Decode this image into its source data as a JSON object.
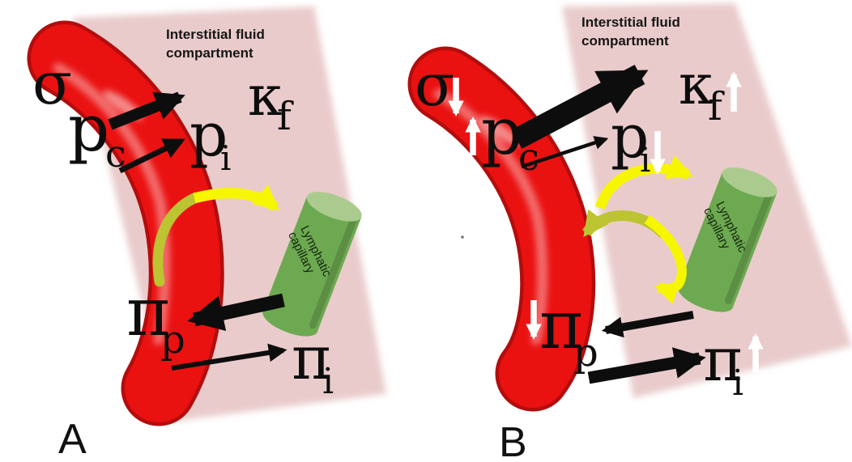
{
  "colors": {
    "background": "#ffffff",
    "capillary_red": "#ea1111",
    "capillary_shadow": "#b30d0d",
    "interstitium_pink": "#eed4d4",
    "lymphatic_green": "#6da951",
    "lymphatic_cap_green": "#abcb8e",
    "flow_yellow": "#f6f600",
    "flow_olive": "#bcc431",
    "arrow_black": "#0d0d0d",
    "change_white": "#ffffff"
  },
  "panel_a": {
    "panel_label": "A",
    "compartment_label": {
      "line1": "Interstitial fluid",
      "line2": "compartment"
    },
    "lymphatic_label": {
      "line1": "Lymphatic",
      "line2": "capillary"
    },
    "symbols": {
      "sigma": "σ",
      "capillary_pressure": {
        "main": "p",
        "sub": "c"
      },
      "interstitial_pressure": {
        "main": "p",
        "sub": "i"
      },
      "filtration_coefficient": {
        "main": "κ",
        "sub": "f"
      },
      "plasma_oncotic": {
        "main": "π",
        "sub": "p"
      },
      "interstitial_oncotic": {
        "main": "π",
        "sub": "i"
      }
    }
  },
  "panel_b": {
    "panel_label": "B",
    "compartment_label": {
      "line1": "Interstitial fluid",
      "line2": "compartment"
    },
    "lymphatic_label": {
      "line1": "Lymphatic",
      "line2": "capillary"
    },
    "symbols": {
      "sigma": "σ",
      "capillary_pressure": {
        "main": "p",
        "sub": "c"
      },
      "interstitial_pressure": {
        "main": "p",
        "sub": "i"
      },
      "filtration_coefficient": {
        "main": "κ",
        "sub": "f"
      },
      "plasma_oncotic": {
        "main": "π",
        "sub": "p"
      },
      "interstitial_oncotic": {
        "main": "π",
        "sub": "i"
      }
    },
    "change_indicators": {
      "sigma": "decrease",
      "capillary_pressure": "increase",
      "interstitial_pressure": "decrease",
      "filtration_coefficient": "increase",
      "plasma_oncotic": "decrease",
      "interstitial_oncotic": "increase"
    }
  }
}
